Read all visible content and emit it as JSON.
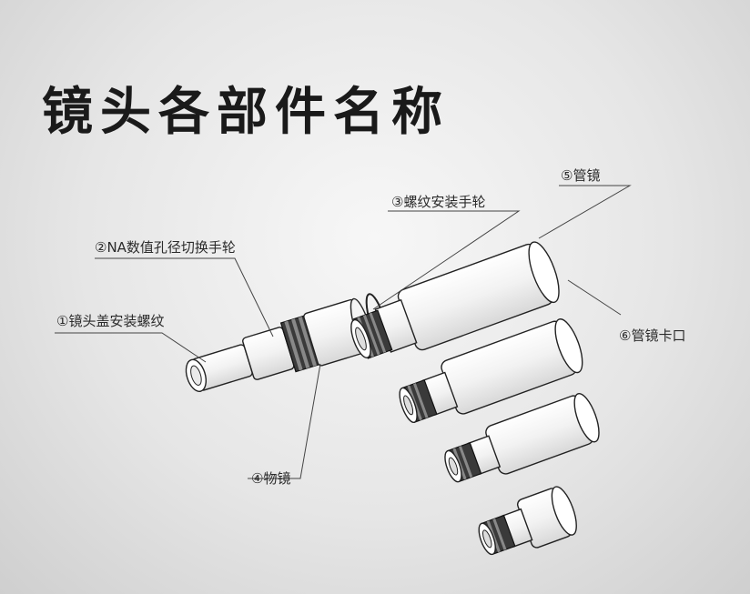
{
  "title": "镜头各部件名称",
  "labels": {
    "thread_cap": "①镜头盖安装螺纹",
    "na_aperture": "②NA数值孔径切换手轮",
    "screw_wheel": "③螺纹安装手轮",
    "objective": "④物镜",
    "tube": "⑤管镜",
    "tube_clamp": "⑥管镜卡口"
  }
}
